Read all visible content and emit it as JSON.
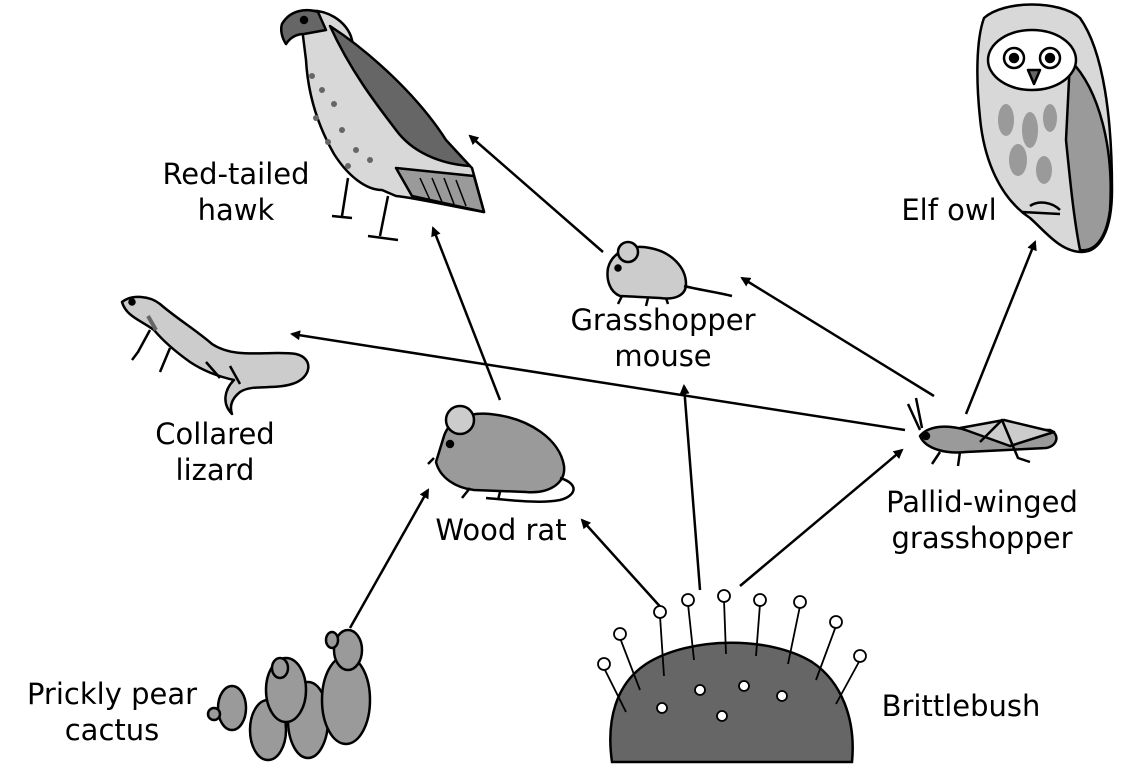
{
  "organisms": {
    "hawk": {
      "line1": "Red-tailed",
      "line2": "hawk"
    },
    "owl": {
      "line1": "Elf owl"
    },
    "mouse": {
      "line1": "Grasshopper",
      "line2": "mouse"
    },
    "lizard": {
      "line1": "Collared",
      "line2": "lizard"
    },
    "woodrat": {
      "line1": "Wood rat"
    },
    "grasshopper": {
      "line1": "Pallid-winged",
      "line2": "grasshopper"
    },
    "cactus": {
      "line1": "Prickly pear",
      "line2": "cactus"
    },
    "brittlebush": {
      "line1": "Brittlebush"
    }
  },
  "links": [
    {
      "from": "Prickly pear cactus",
      "to": "Wood rat"
    },
    {
      "from": "Brittlebush",
      "to": "Wood rat"
    },
    {
      "from": "Brittlebush",
      "to": "Grasshopper mouse"
    },
    {
      "from": "Brittlebush",
      "to": "Pallid-winged grasshopper"
    },
    {
      "from": "Wood rat",
      "to": "Red-tailed hawk"
    },
    {
      "from": "Grasshopper mouse",
      "to": "Red-tailed hawk"
    },
    {
      "from": "Pallid-winged grasshopper",
      "to": "Grasshopper mouse"
    },
    {
      "from": "Pallid-winged grasshopper",
      "to": "Collared lizard"
    },
    {
      "from": "Pallid-winged grasshopper",
      "to": "Elf owl"
    }
  ],
  "colors": {
    "ink": "#000000",
    "light": "#cccccc",
    "mid": "#9a9a9a",
    "dark": "#666666"
  }
}
